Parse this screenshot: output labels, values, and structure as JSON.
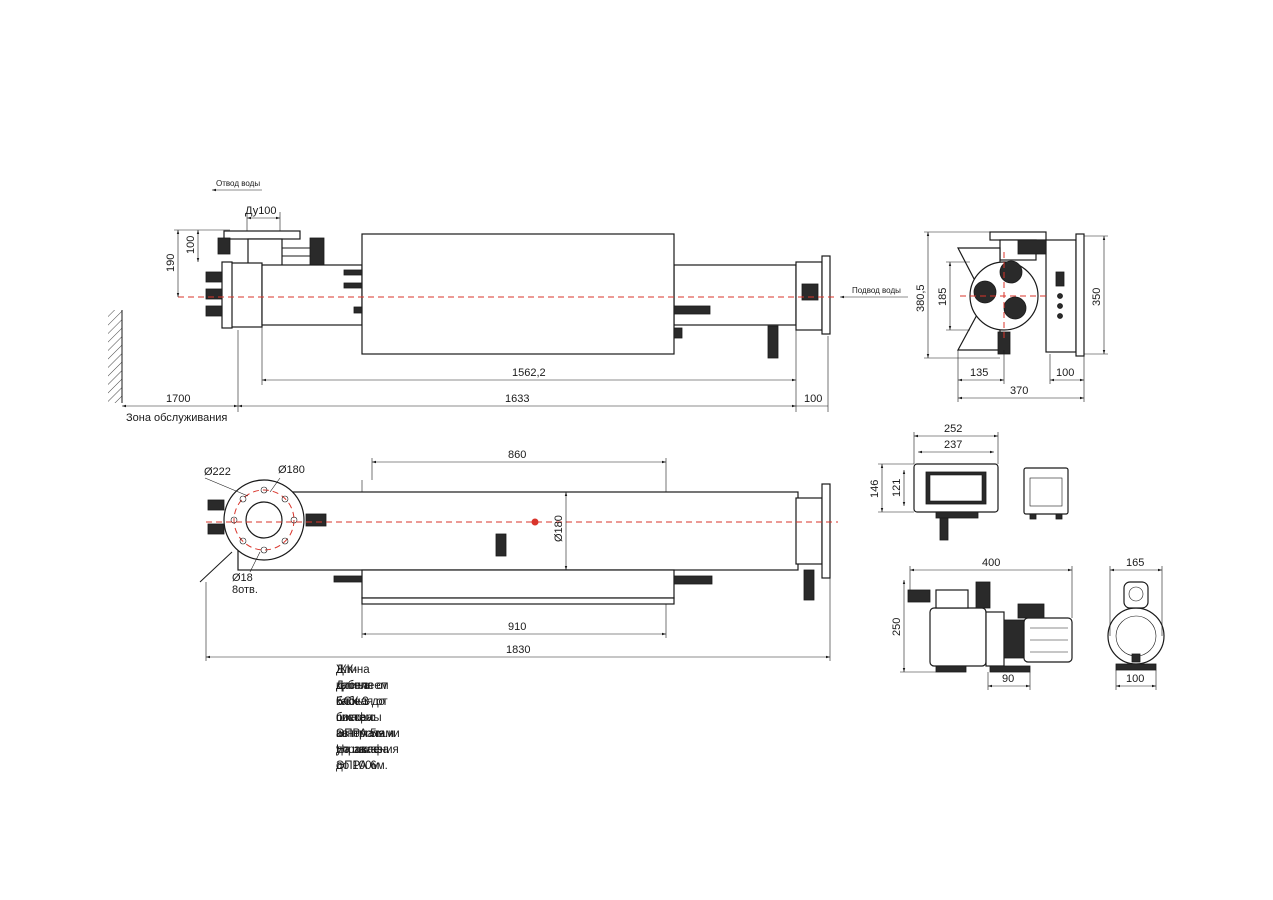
{
  "top_view": {
    "outlet_label": "Отвод воды",
    "inlet_label": "Подвод воды",
    "dn_label": "Ду100",
    "dim_100_left": "100",
    "dim_190": "190",
    "dim_1562": "1562,2",
    "dim_1700": "1700",
    "dim_1633": "1633",
    "dim_100_right": "100",
    "service_zone": "Зона обслуживания"
  },
  "end_view": {
    "dim_380": "380,5",
    "dim_185": "185",
    "dim_350": "350",
    "dim_135": "135",
    "dim_100": "100",
    "dim_370": "370"
  },
  "bottom_view": {
    "dim_d222": "Ø222",
    "dim_d180_flange": "Ø180",
    "dim_860": "860",
    "dim_d180_body": "Ø180",
    "dim_d18": "Ø18",
    "holes": "8отв.",
    "dim_910": "910",
    "dim_1830": "1830"
  },
  "control_unit": {
    "dim_252": "252",
    "dim_237": "237",
    "dim_146": "146",
    "dim_121": "121"
  },
  "pump": {
    "dim_400": "400",
    "dim_250": "250",
    "dim_90": "90",
    "dim_165": "165",
    "dim_100": "100"
  },
  "notes": {
    "line1": "Длина кабеля от блока системы контроля и управления с",
    "line2": "ЖК-дисплеем БСК-3 до шкафа ЭПРА 5м. На заказ до 100м.",
    "line3": "Длина кабеля от бокса с автоматами до шкафа ЭПРА 6м."
  },
  "colors": {
    "axis": "#d9342b",
    "line": "#1a1a1a"
  }
}
